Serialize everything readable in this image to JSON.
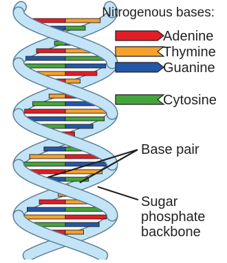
{
  "legend": {
    "title": "Nitrogenous bases:",
    "items": [
      {
        "label": "Adenine",
        "color": "#e21d27",
        "tip": "arrow"
      },
      {
        "label": "Thymine",
        "color": "#f5a12d",
        "tip": "notch"
      },
      {
        "label": "Guanine",
        "color": "#2458a6",
        "tip": "arrow"
      },
      {
        "label": "Cytosine",
        "color": "#45a53c",
        "tip": "notch"
      }
    ]
  },
  "annotations": {
    "base_pair": "Base pair",
    "backbone_lines": [
      "Sugar",
      "phosphate",
      "backbone"
    ]
  },
  "colors": {
    "backbone_fill": "#c3e4f6",
    "backbone_edge": "#5b7e95",
    "outline": "#231f20"
  }
}
